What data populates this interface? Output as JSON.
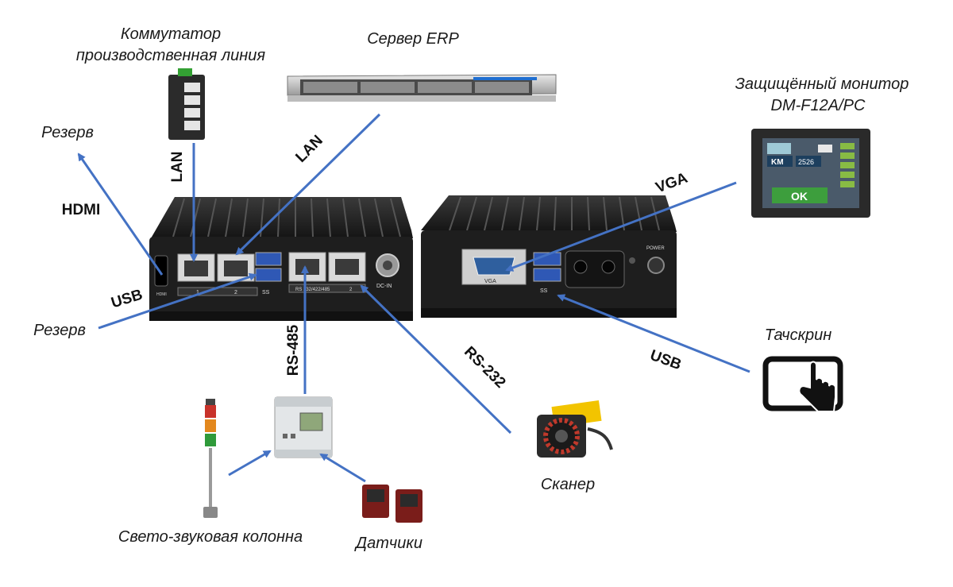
{
  "labels": {
    "switch_line1": "Коммутатор",
    "switch_line2": "производственная линия",
    "erp": "Сервер ERP",
    "reserve_top": "Резерв",
    "reserve_left": "Резерв",
    "monitor_line1": "Защищённый монитор",
    "monitor_line2": "DM-F12A/PC",
    "touchscreen": "Тачскрин",
    "scanner": "Сканер",
    "sensors": "Датчики",
    "column": "Свето-звуковая колонна"
  },
  "connections": {
    "lan_switch": "LAN",
    "lan_erp": "LAN",
    "hdmi": "HDMI",
    "usb_left": "USB",
    "rs485": "RS-485",
    "rs232": "RS-232",
    "vga": "VGA",
    "usb_right": "USB"
  },
  "panel_text": {
    "hdmi_port": "HDMI",
    "lan1": "1",
    "lan2": "2",
    "ss_left": "SS",
    "rs_label": "RS 232/422/485",
    "com2": "2",
    "dcin": "DC-IN",
    "vga_port": "VGA",
    "ss_right": "SS",
    "power": "POWER",
    "ok_button": "OK",
    "km_field": "KM",
    "code_field": "2526"
  },
  "colors": {
    "arrow": "#4472c4",
    "device_body": "#1c1c1c",
    "screen": "#3d9e3d",
    "scanner_yellow": "#f2c400"
  }
}
